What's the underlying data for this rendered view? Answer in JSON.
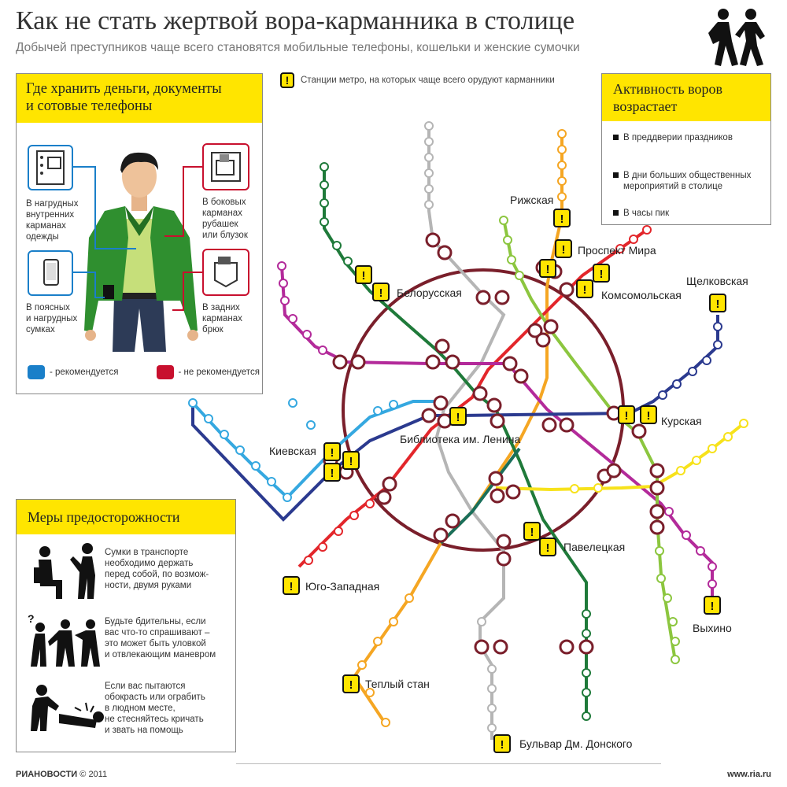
{
  "header": {
    "title": "Как не стать жертвой вора-карманника в столице",
    "subtitle": "Добычей преступников чаще всего становятся мобильные телефоны, кошельки и женские сумочки"
  },
  "legend_top": {
    "icon": "exclamation-icon",
    "text": "Станции метро, на которых чаще всего орудуют карманники"
  },
  "storage_box": {
    "title_line1": "Где хранить деньги, документы",
    "title_line2": "и сотовые телефоны",
    "left_items": [
      {
        "line1": "В нагрудных",
        "line2": "внутренних",
        "line3": "карманах",
        "line4": "одежды"
      },
      {
        "line1": "В поясных",
        "line2": "и нагрудных",
        "line3": "сумках"
      }
    ],
    "right_items": [
      {
        "line1": "В боковых",
        "line2": "карманах",
        "line3": "рубашек",
        "line4": "или блузок"
      },
      {
        "line1": "В задних",
        "line2": "карманах",
        "line3": "брюк"
      }
    ],
    "legend_recommended": "- рекомендуется",
    "legend_not_recommended": "- не рекомендуется",
    "color_recommended": "#1a7fc9",
    "color_not_recommended": "#c8102e"
  },
  "activity_box": {
    "title_line1": "Активность воров",
    "title_line2": "возрастает",
    "items": [
      {
        "line1": "В преддверии праздников",
        "line2": ""
      },
      {
        "line1": "В дни больших общественных",
        "line2": "мероприятий в столице"
      },
      {
        "line1": "В часы пик",
        "line2": ""
      }
    ]
  },
  "precautions_box": {
    "title": "Меры предосторожности",
    "items": [
      {
        "lines": [
          "Сумки в транспорте",
          "необходимо держать",
          "перед собой, по возмож-",
          "ности, двумя руками"
        ]
      },
      {
        "lines": [
          "Будьте бдительны, если",
          "вас что-то спрашивают –",
          "это может быть уловкой",
          "и отвлекающим маневром"
        ]
      },
      {
        "lines": [
          "Если вас пытаются",
          "обокрасть или ограбить",
          "в людном месте,",
          "не стесняйтесь кричать",
          "и звать на помощь"
        ]
      }
    ]
  },
  "stations": {
    "rizhskaya": "Рижская",
    "prospekt_mira": "Проспект Мира",
    "komsomolskaya": "Комсомольская",
    "shchelkovskaya": "Щелковская",
    "belorusskaya": "Белорусская",
    "kurskaya": "Курская",
    "biblioteka": "Библиотека им. Ленина",
    "kievskaya": "Киевская",
    "paveletskaya": "Павелецкая",
    "yugo_zapadnaya": "Юго-Западная",
    "vykhino": "Выхино",
    "teply_stan": "Теплый стан",
    "bulvar": "Бульвар Дм. Донского"
  },
  "footer": {
    "brand": "РИАНОВОСТИ",
    "copyright": "© 2011",
    "site": "www.ria.ru"
  },
  "colors": {
    "accent_yellow": "#ffe500",
    "ring": "#7a1f2b",
    "red_line": "#e3262b",
    "green_line": "#1f7a3a",
    "blue_line": "#2b3a8f",
    "light_blue_line": "#35a8e0",
    "orange_line": "#f5a623",
    "violet_line": "#b32a9a",
    "lime_line": "#8cc63f",
    "gray_line": "#b5b5b5",
    "yellow_line": "#f7e21b",
    "teal_line": "#1a6f5b"
  }
}
